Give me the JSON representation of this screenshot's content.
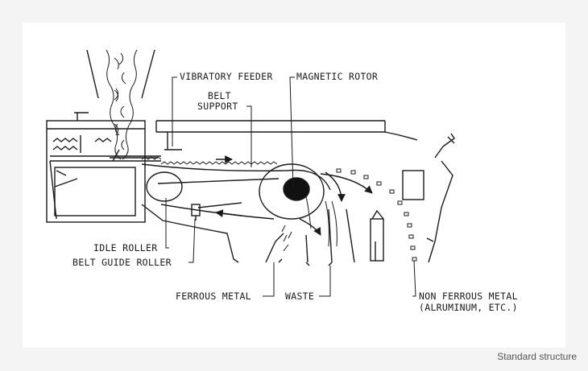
{
  "labels": {
    "vibratory_feeder": "VIBRATORY FEEDER",
    "magnetic_rotor": "MAGNETIC ROTOR",
    "belt_support_1": "BELT",
    "belt_support_2": "SUPPORT",
    "idle_roller": "IDLE ROLLER",
    "belt_guide_roller": "BELT GUIDE ROLLER",
    "ferrous_metal": "FERROUS METAL",
    "waste": "WASTE",
    "non_ferrous_1": "NON FERROUS METAL",
    "non_ferrous_2": "(ALRUMINUM, ETC.)"
  },
  "caption": "Standard structure",
  "colors": {
    "line": "#1a1a1a",
    "background": "#f4f4f4",
    "panel": "#ffffff"
  }
}
